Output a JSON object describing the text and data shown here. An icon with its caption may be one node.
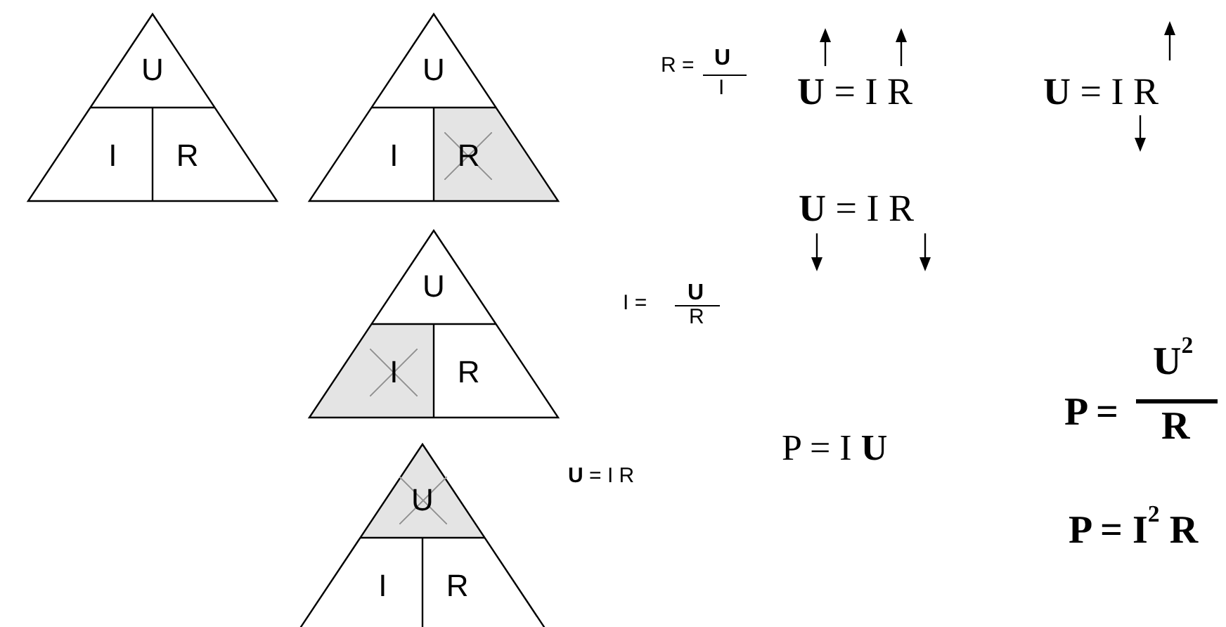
{
  "diagram": {
    "nodes": [
      {
        "text": [
          "U",
          "I",
          "R"
        ]
      },
      {
        "text": [
          "U",
          "I",
          "R"
        ]
      },
      {
        "text": [
          "U",
          "I",
          "R"
        ]
      },
      {
        "text": [
          "U",
          "I",
          "R"
        ]
      }
    ],
    "labels": [
      "R =",
      "U",
      "I",
      "**U** = I R",
      "**U** = I R",
      "**U** = I R",
      "I =",
      "U",
      "R",
      "P =",
      "U$^{2}$",
      "R",
      "P = I **U**",
      "**U** = I R",
      "P = I$^{2}$ R"
    ]
  }
}
